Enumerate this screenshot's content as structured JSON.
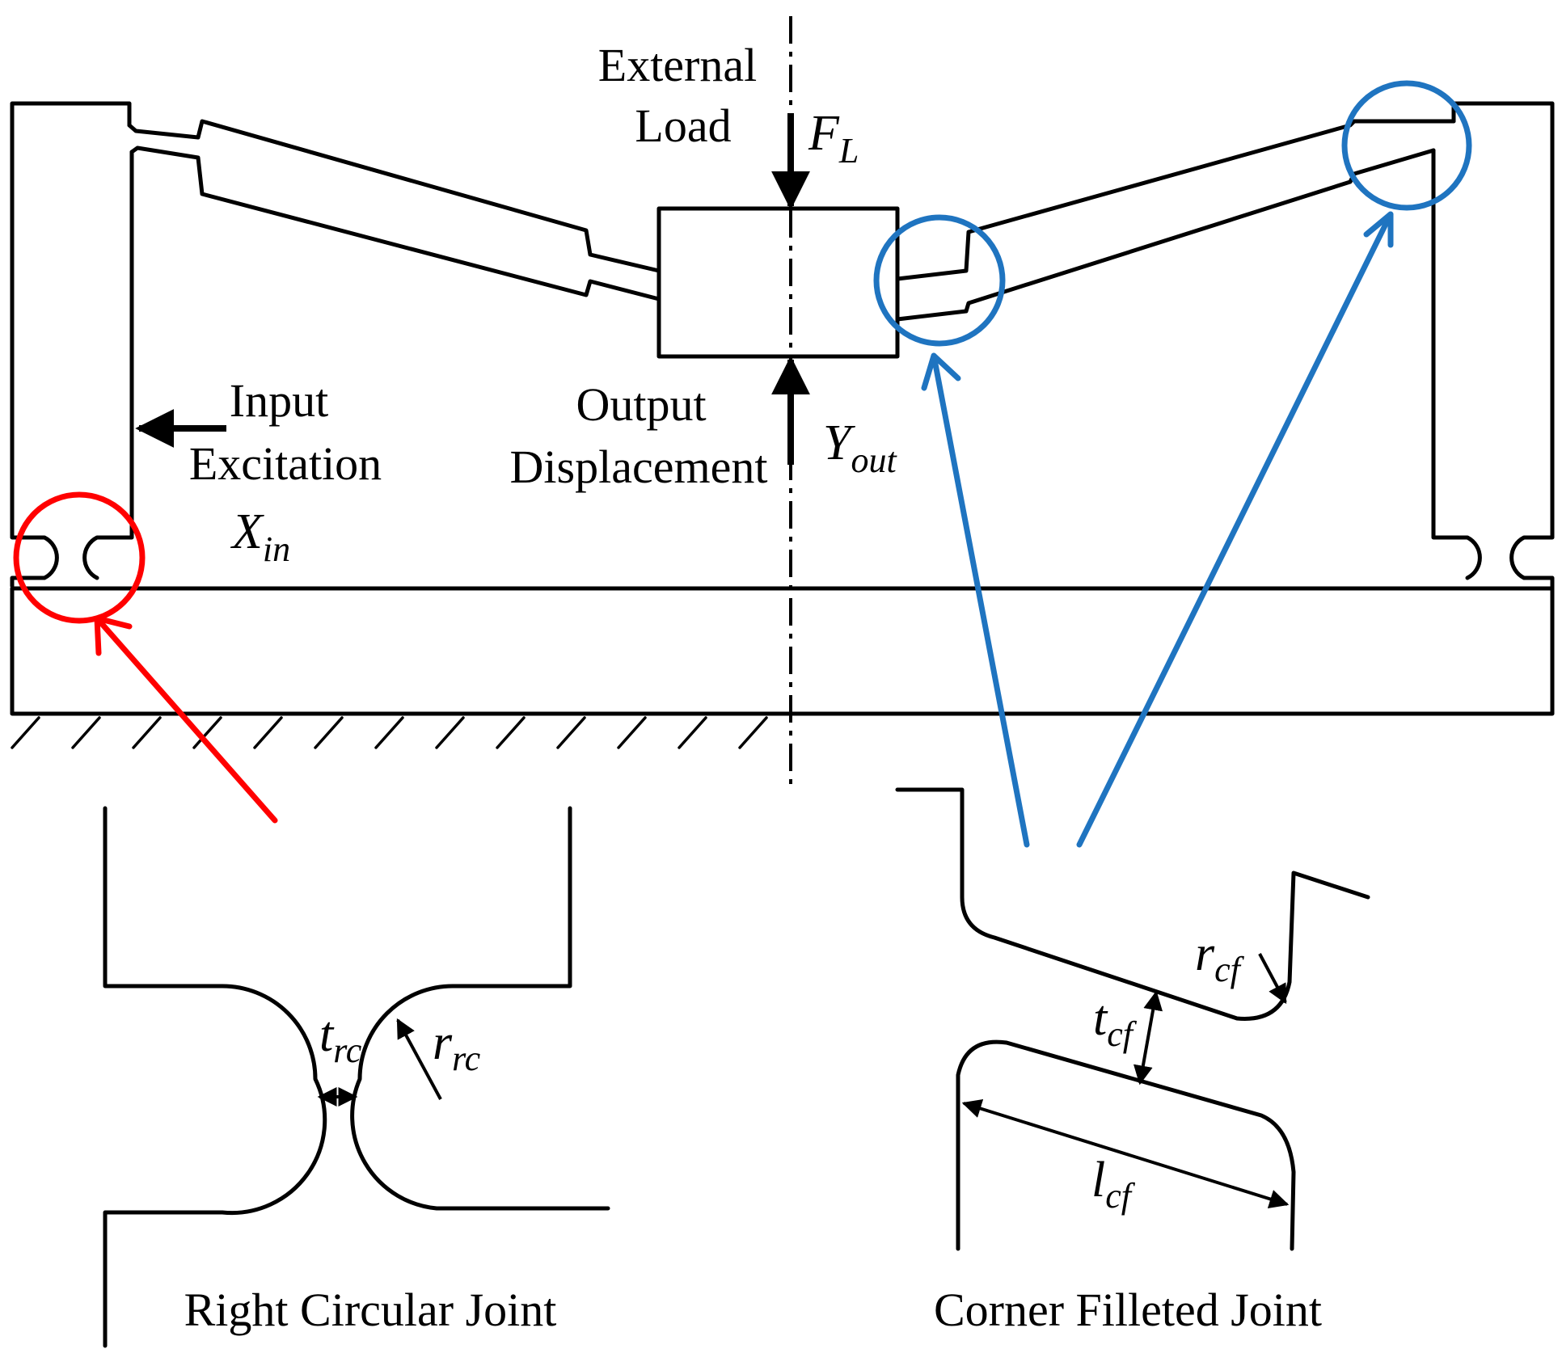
{
  "labels": {
    "external_load_line1": "External",
    "external_load_line2": "Load",
    "fl_symbol": "F",
    "fl_sub": "L",
    "input_line1": "Input",
    "input_line2": "Excitation",
    "xin_symbol": "X",
    "xin_sub": "in",
    "output_line1": "Output",
    "output_line2": "Displacement",
    "yout_symbol": "Y",
    "yout_sub": "out",
    "trc_symbol": "t",
    "trc_sub": "rc",
    "rrc_symbol": "r",
    "rrc_sub": "rc",
    "rcf_symbol": "r",
    "rcf_sub": "cf",
    "tcf_symbol": "t",
    "tcf_sub": "cf",
    "lcf_symbol": "l",
    "lcf_sub": "cf",
    "right_circular_caption": "Right Circular Joint",
    "corner_filleted_caption": "Corner Filleted Joint"
  },
  "colors": {
    "line": "#000000",
    "highlight_circular": "#ff0000",
    "highlight_filleted": "#1f74c0",
    "background": "#ffffff"
  }
}
